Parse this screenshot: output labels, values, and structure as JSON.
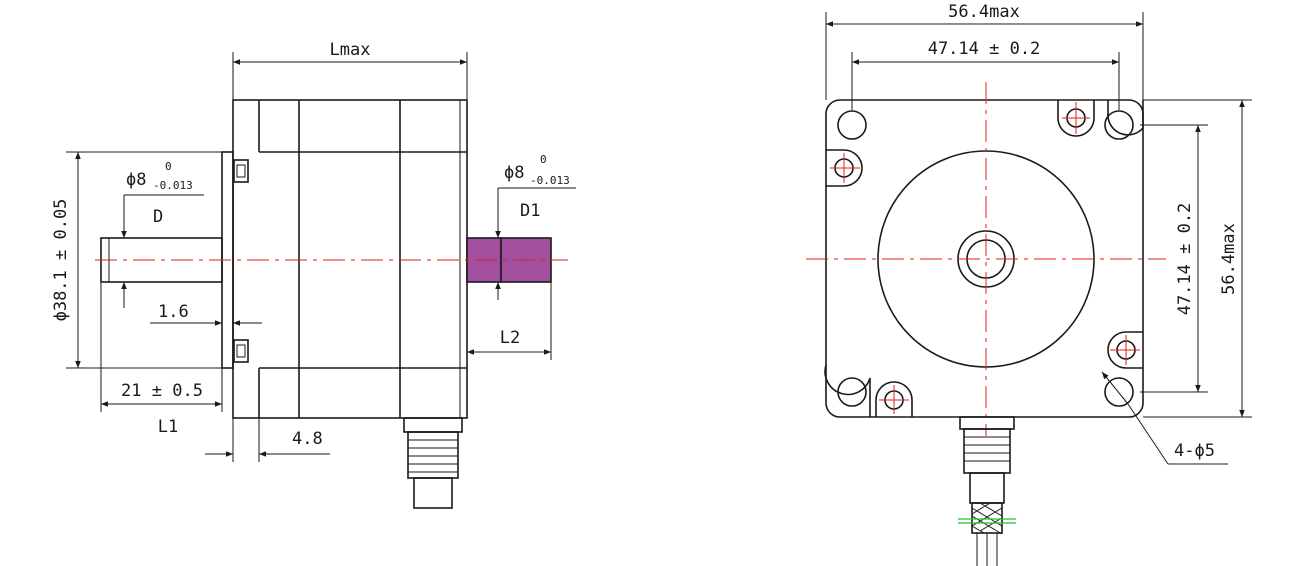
{
  "side_view": {
    "lmax": "Lmax",
    "front_shaft": {
      "diam_main": "ϕ8",
      "tol_upper": "0",
      "tol_lower": "-0.013",
      "letter": "D"
    },
    "rear_shaft": {
      "diam_main": "ϕ8",
      "tol_upper": "0",
      "tol_lower": "-0.013",
      "letter": "D1"
    },
    "pilot_diameter": "ϕ38.1 ± 0.05",
    "pilot_depth": "1.6",
    "shaft_length": "21 ± 0.5",
    "l1": "L1",
    "l2": "L2",
    "flange": "4.8",
    "colors": {
      "rear_shaft_fill": "#a24f9f",
      "center_line": "#e0201e"
    }
  },
  "front_view": {
    "width_max": "56.4max",
    "hole_spacing_h": "47.14 ± 0.2",
    "hole_spacing_v": "47.14 ± 0.2",
    "height_max": "56.4max",
    "holes": "4-ϕ5",
    "colors": {
      "center_line": "#e0201e",
      "wire_mark": "#22c22e"
    }
  }
}
